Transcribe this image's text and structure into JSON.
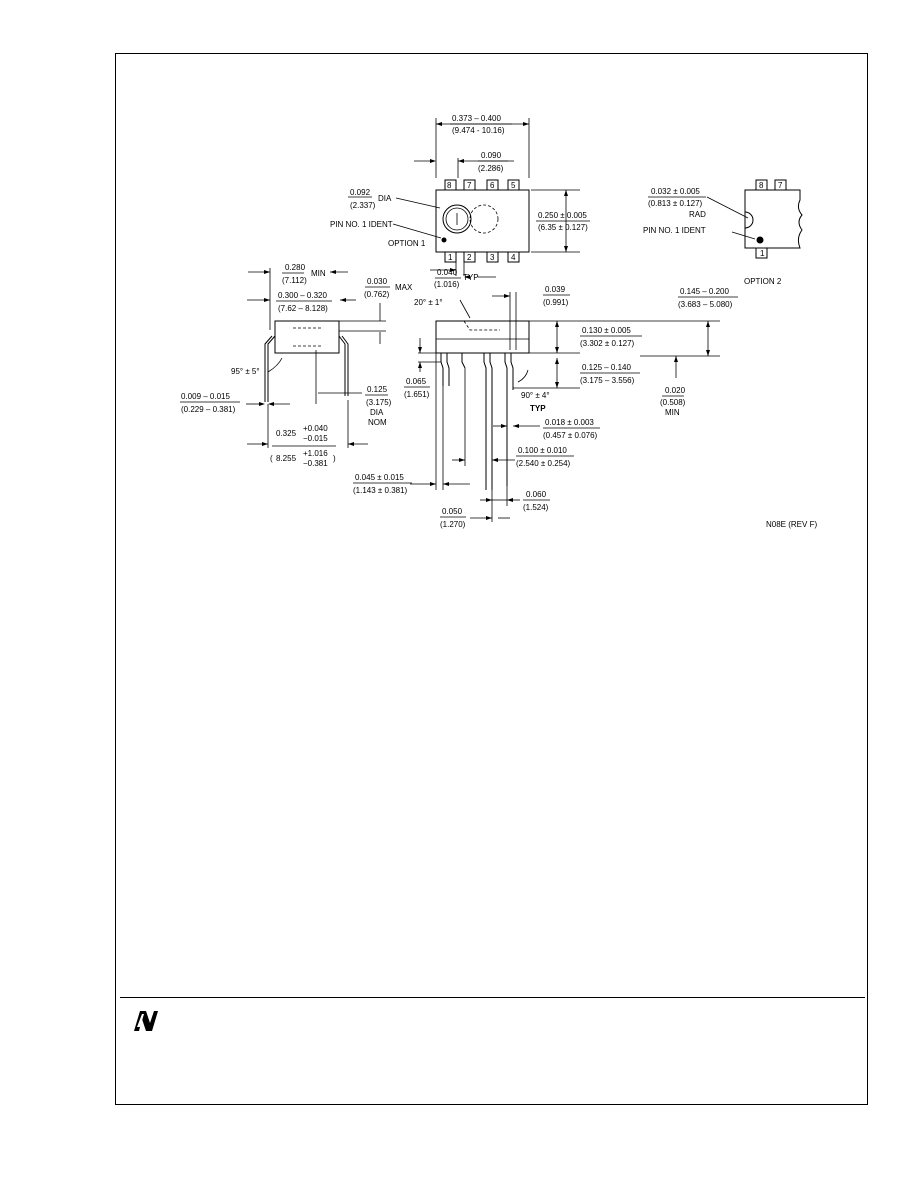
{
  "top_view": {
    "width": "0.373 – 0.400",
    "width_mm": "(9.474 - 10.16)",
    "offset": "0.090",
    "offset_mm": "(2.286)",
    "dia": "0.092",
    "dia_mm": "(2.337)",
    "dia_label": "DIA",
    "ident_label": "PIN NO. 1 IDENT",
    "option1_label": "OPTION 1",
    "height": "0.250 ± 0.005",
    "height_mm": "(6.35 ± 0.127)",
    "pitch": "0.040",
    "pitch_mm": "(1.016)",
    "typ_label": "TYP",
    "pins_top": [
      "8",
      "7",
      "6",
      "5"
    ],
    "pins_bottom": [
      "1",
      "2",
      "3",
      "4"
    ]
  },
  "option2": {
    "rad": "0.032 ± 0.005",
    "rad_mm": "(0.813 ± 0.127)",
    "rad_label": "RAD",
    "ident_label": "PIN NO. 1 IDENT",
    "label": "OPTION 2",
    "pins_top": [
      "8",
      "7"
    ],
    "pin_bottom": "1"
  },
  "end_view": {
    "min_width": "0.280",
    "min_width_mm": "(7.112)",
    "min_label": "MIN",
    "max_offset": "0.030",
    "max_offset_mm": "(0.762)",
    "max_label": "MAX",
    "row_spacing": "0.300 – 0.320",
    "row_spacing_mm": "(7.62 – 8.128)",
    "angle": "95° ± 5°",
    "lead_thk": "0.009 – 0.015",
    "lead_thk_mm": "(0.229 – 0.381)",
    "lead_dia": "0.125",
    "lead_dia_mm": "(3.175)",
    "dia_label": "DIA",
    "nom_label": "NOM",
    "spread": "0.325",
    "spread_plus": "+0.040",
    "spread_minus": "−0.015",
    "spread_mm": "8.255",
    "spread_mm_plus": "+1.016",
    "spread_mm_minus": "−0.381"
  },
  "side_view": {
    "angle": "20° ± 1°",
    "lead_width": "0.039",
    "lead_width_mm": "(0.991)",
    "seat_height": "0.145 – 0.200",
    "seat_height_mm": "(3.683 – 5.080)",
    "body_height": "0.130 ± 0.005",
    "body_height_mm": "(3.302 ± 0.127)",
    "standoff": "0.065",
    "standoff_mm": "(1.651)",
    "lead_len": "0.125 – 0.140",
    "lead_len_mm": "(3.175 – 3.556)",
    "min_seat": "0.020",
    "min_seat_mm": "(0.508)",
    "min_label": "MIN",
    "angle2": "90° ± 4°",
    "typ_label": "TYP",
    "lead_thk": "0.018 ± 0.003",
    "lead_thk_mm": "(0.457 ± 0.076)",
    "pitch": "0.100 ± 0.010",
    "pitch_mm": "(2.540 ± 0.254)",
    "shoulder": "0.045 ± 0.015",
    "shoulder_mm": "(1.143 ± 0.381)",
    "end_lead": "0.060",
    "end_lead_mm": "(1.524)",
    "half_pitch": "0.050",
    "half_pitch_mm": "(1.270)"
  },
  "drawing_id": "N08E (REV F)"
}
